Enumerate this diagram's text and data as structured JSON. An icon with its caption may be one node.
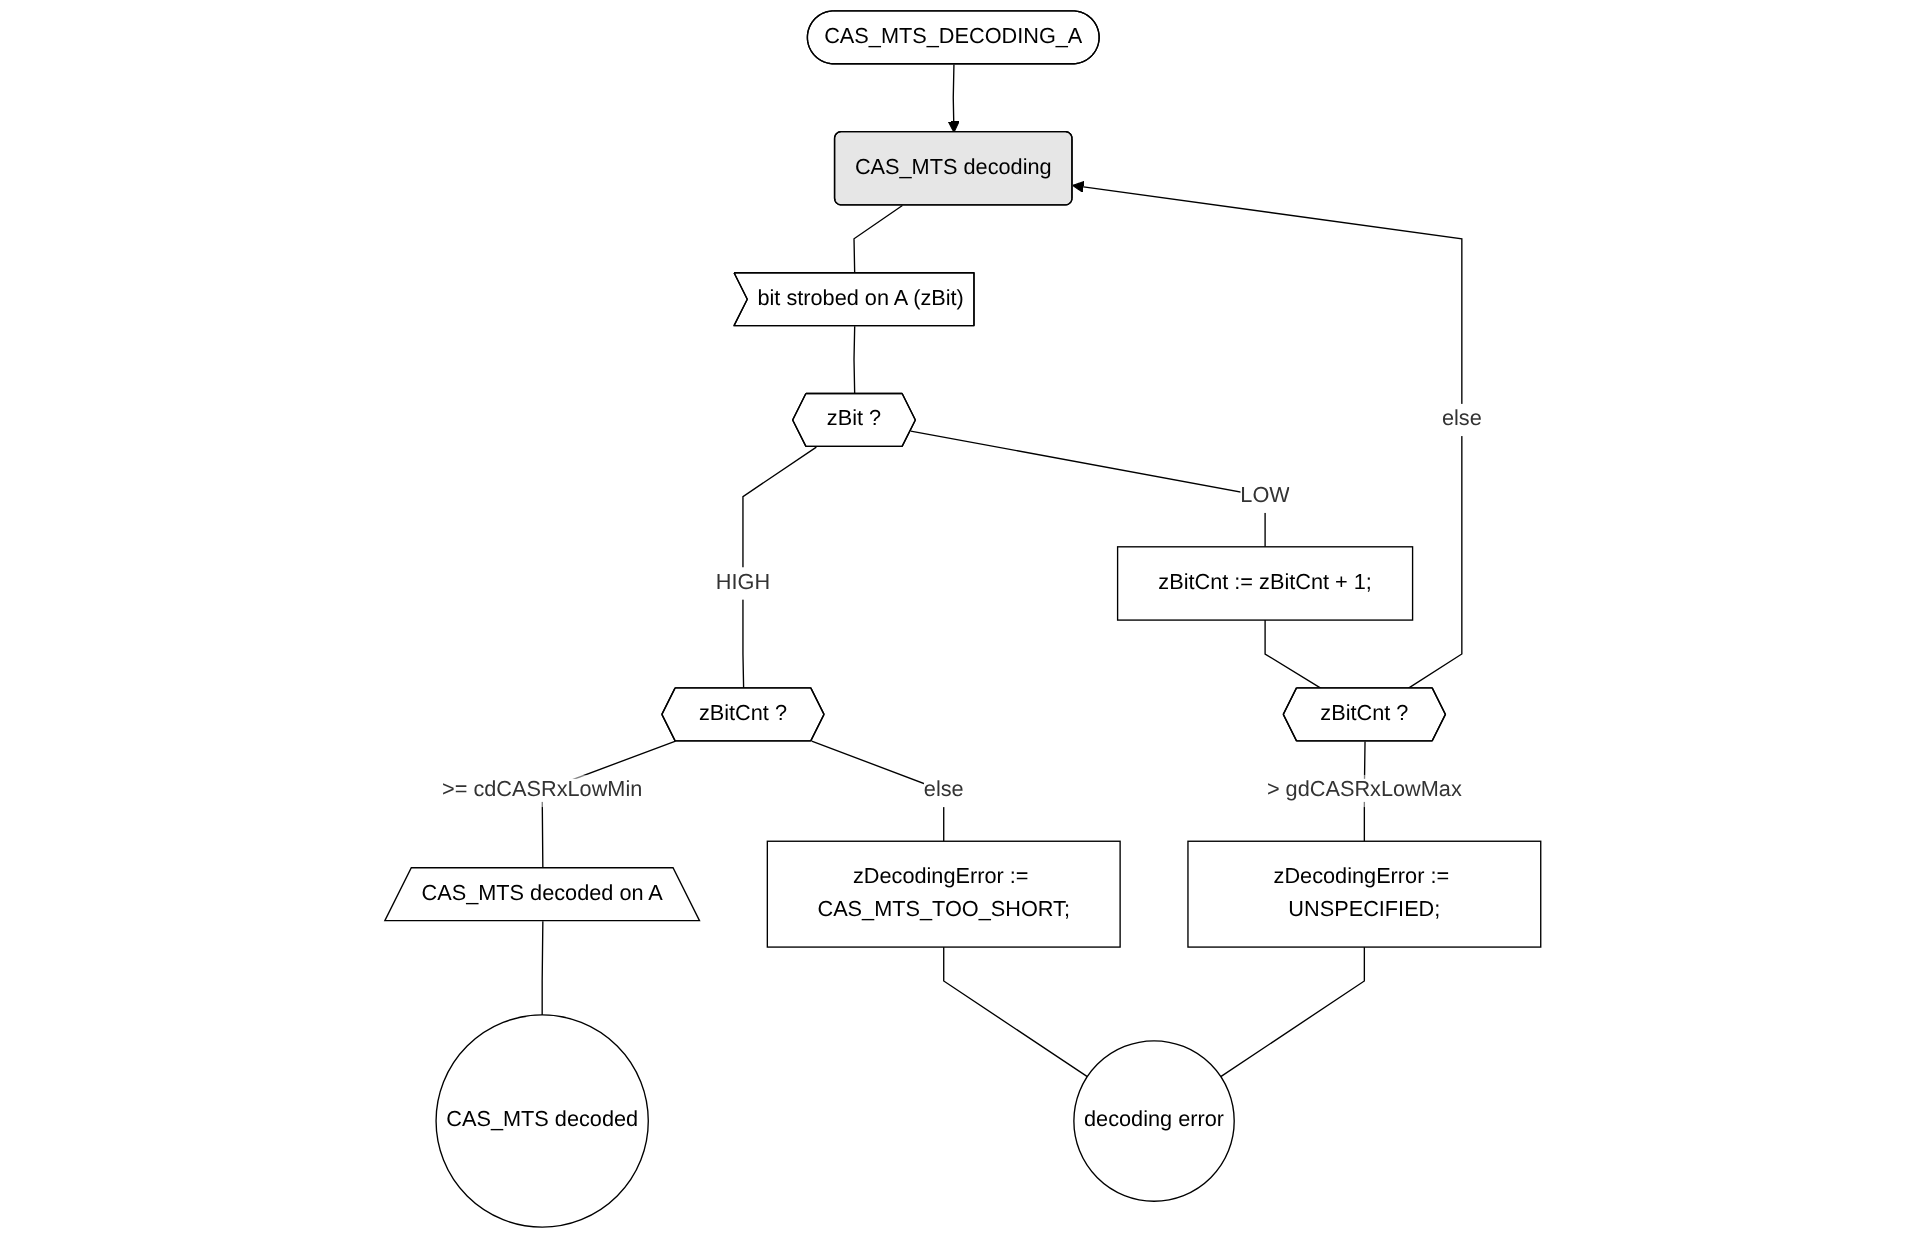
{
  "diagram": {
    "nodes": [
      {
        "text": [
          "CAS_MTS_DECODING_A"
        ]
      },
      {
        "text": [
          "CAS_MTS decoding"
        ]
      },
      {
        "text": [
          "bit strobed on A (zBit)"
        ]
      },
      {
        "text": [
          "zBit ?"
        ]
      },
      {
        "text": [
          "zBitCnt := zBitCnt + 1;"
        ]
      },
      {
        "text": [
          "zBitCnt ?"
        ]
      },
      {
        "text": [
          "zBitCnt ?"
        ]
      },
      {
        "text": [
          "CAS_MTS decoded on A"
        ]
      },
      {
        "text": [
          "zDecodingError := CAS_MTS_TOO_SHORT;"
        ]
      },
      {
        "text": [
          "zDecodingError := UNSPECIFIED;"
        ]
      },
      {
        "text": [
          "CAS_MTS decoded"
        ]
      },
      {
        "text": [
          "decoding error"
        ]
      }
    ],
    "edges": [
      {
        "from": 0,
        "to": 1,
        "arrow": "to"
      },
      {
        "from": 1,
        "to": 2,
        "arrow": "none"
      },
      {
        "from": 2,
        "to": 3,
        "arrow": "none"
      },
      {
        "from": 3,
        "to": 5,
        "label": "HIGH",
        "arrow": "none"
      },
      {
        "from": 3,
        "to": 4,
        "label": "LOW",
        "arrow": "none"
      },
      {
        "from": 4,
        "to": 6,
        "arrow": "none"
      },
      {
        "from": 5,
        "to": 7,
        "label": ">= cdCASRxLowMin",
        "arrow": "none"
      },
      {
        "from": 5,
        "to": 8,
        "label": "else",
        "arrow": "none"
      },
      {
        "from": 6,
        "to": 9,
        "label": "> gdCASRxLowMax",
        "arrow": "none"
      },
      {
        "from": 6,
        "to": 1,
        "label": "else",
        "arrow": "to"
      },
      {
        "from": 7,
        "to": 10,
        "arrow": "none"
      },
      {
        "from": 8,
        "to": 11,
        "arrow": "none"
      },
      {
        "from": 9,
        "to": 11,
        "arrow": "none"
      }
    ]
  }
}
